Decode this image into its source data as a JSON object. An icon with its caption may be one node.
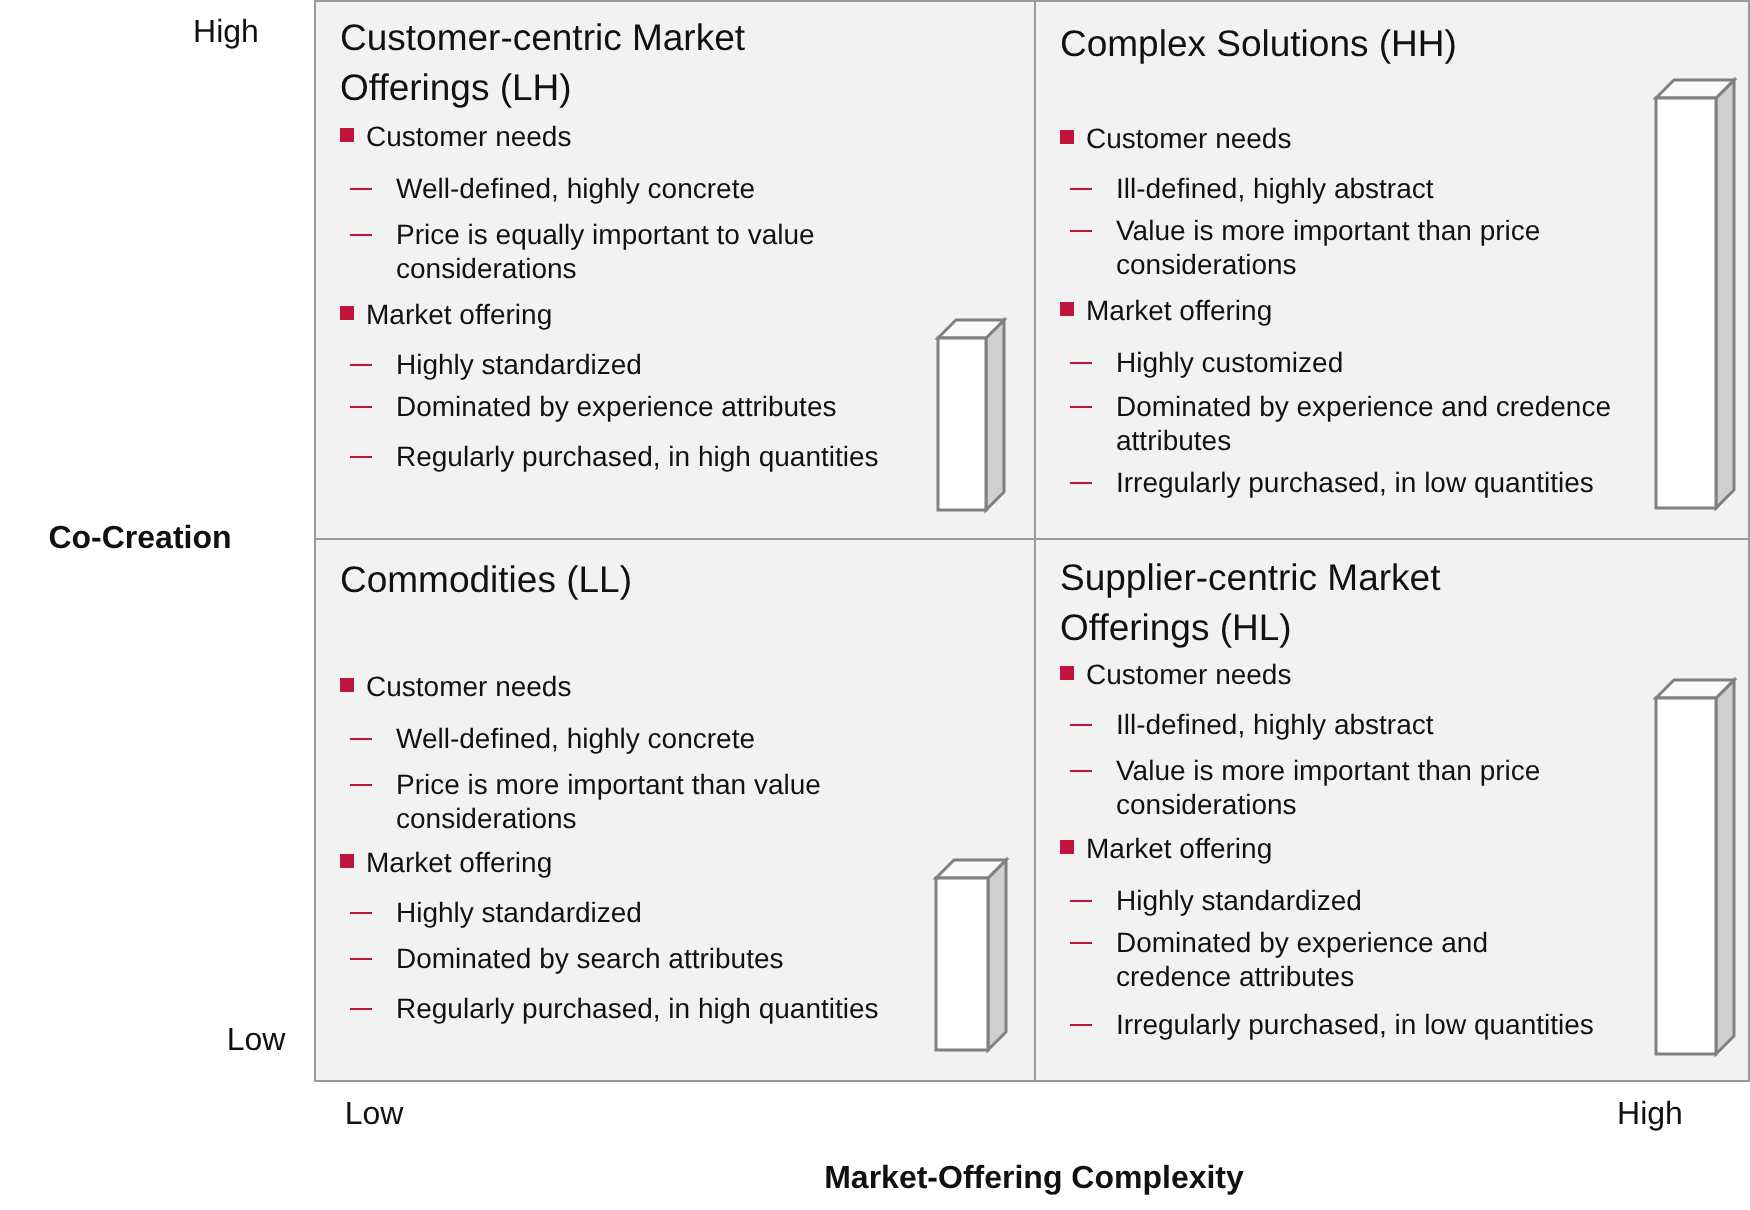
{
  "diagram": {
    "nodes": [
      {
        "text": [
          "Customer-centric Market Offerings (LH)",
          "Customer needs",
          "Well-defined, highly concrete",
          "Price is equally important to value considerations",
          "Market offering",
          "Highly standardized",
          "Dominated by experience attributes",
          "Regularly purchased, in high quantities"
        ]
      },
      {
        "text": [
          "Complex Solutions (HH)",
          "Customer needs",
          "Ill-defined, highly abstract",
          "Value is more important than price considerations",
          "Market offering",
          "Highly customized",
          "Dominated by experience and credence attributes",
          "Irregularly purchased, in low quantities"
        ]
      },
      {
        "text": [
          "Commodities (LL)",
          "Customer needs",
          "Well-defined, highly concrete",
          "Price is more important than value considerations",
          "Market offering",
          "Highly standardized",
          "Dominated by search attributes",
          "Regularly purchased, in high quantities"
        ]
      },
      {
        "text": [
          "Supplier-centric Market Offerings (HL)",
          "Customer needs",
          "Ill-defined, highly abstract",
          "Value is more important than price considerations",
          "Market offering",
          "Highly standardized",
          "Dominated by experience and credence attributes",
          "Irregularly purchased, in low quantities"
        ]
      }
    ],
    "labels": [
      "High",
      "Co-Creation",
      "Low",
      "Low",
      "High",
      "Market-Offering Complexity"
    ]
  }
}
